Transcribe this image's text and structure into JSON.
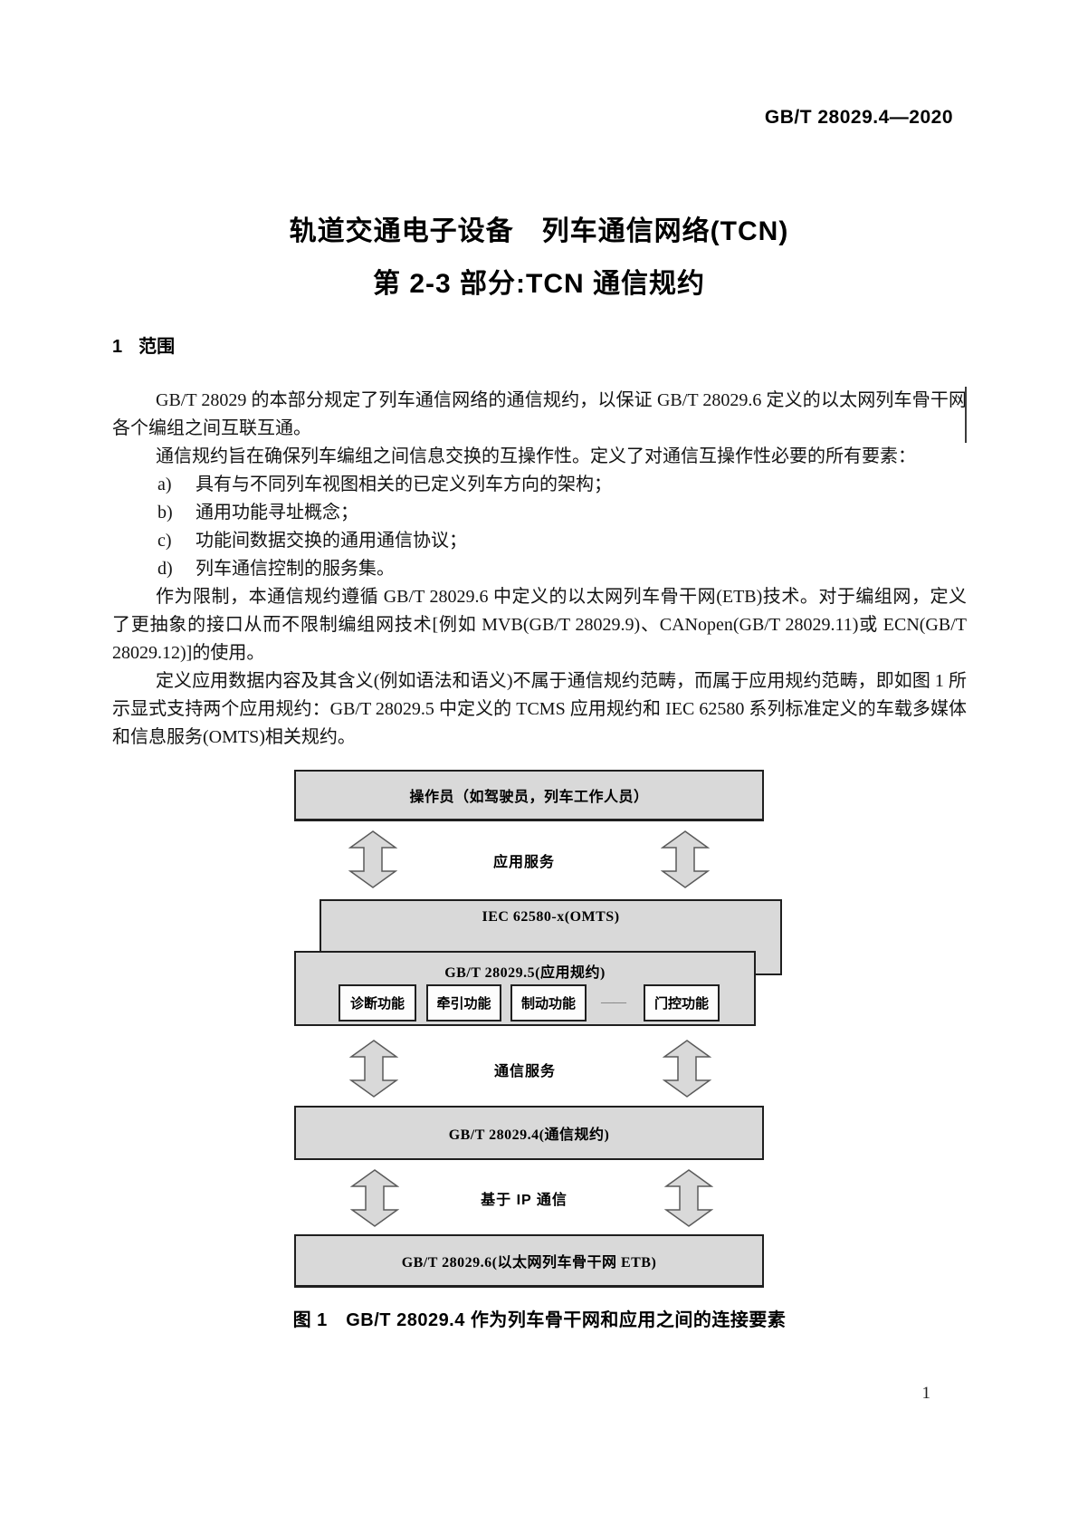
{
  "header": {
    "doc_number": "GB/T 28029.4—2020"
  },
  "title": {
    "line1": "轨道交通电子设备　列车通信网络(TCN)",
    "line2": "第 2-3 部分:TCN 通信规约"
  },
  "section1": {
    "number": "1",
    "title": "范围"
  },
  "body": {
    "p1": "GB/T 28029 的本部分规定了列车通信网络的通信规约，以保证 GB/T 28029.6 定义的以太网列车骨干网各个编组之间互联互通。",
    "p2": "通信规约旨在确保列车编组之间信息交换的互操作性。定义了对通信互操作性必要的所有要素：",
    "items": [
      {
        "marker": "a)",
        "text": "具有与不同列车视图相关的已定义列车方向的架构；"
      },
      {
        "marker": "b)",
        "text": "通用功能寻址概念；"
      },
      {
        "marker": "c)",
        "text": "功能间数据交换的通用通信协议；"
      },
      {
        "marker": "d)",
        "text": "列车通信控制的服务集。"
      }
    ],
    "p3": "作为限制，本通信规约遵循 GB/T 28029.6 中定义的以太网列车骨干网(ETB)技术。对于编组网，定义了更抽象的接口从而不限制编组网技术[例如 MVB(GB/T 28029.9)、CANopen(GB/T 28029.11)或 ECN(GB/T 28029.12)]的使用。",
    "p4": "定义应用数据内容及其含义(例如语法和语义)不属于通信规约范畴，而属于应用规约范畴，即如图 1 所示显式支持两个应用规约：GB/T 28029.5 中定义的 TCMS 应用规约和 IEC 62580 系列标准定义的车载多媒体和信息服务(OMTS)相关规约。"
  },
  "figure": {
    "operator_box": "操作员（如驾驶员，列车工作人员）",
    "app_service_label": "应用服务",
    "iec_box": "IEC 62580-x(OMTS)",
    "gb5_box": "GB/T 28029.5(应用规约)",
    "function_boxes": [
      "诊断功能",
      "牵引功能",
      "制动功能",
      "门控功能"
    ],
    "function_separator": "——",
    "comm_service_label": "通信服务",
    "gb4_box": "GB/T 28029.4(通信规约)",
    "ip_comm_label": "基于 IP 通信",
    "gb6_box": "GB/T 28029.6(以太网列车骨干网 ETB)",
    "caption": "图 1　GB/T 28029.4 作为列车骨干网和应用之间的连接要素"
  },
  "footer": {
    "page_number": "1"
  },
  "colors": {
    "box_fill": "#d9d9d9",
    "box_border": "#1f1f1f",
    "text": "#111111"
  }
}
